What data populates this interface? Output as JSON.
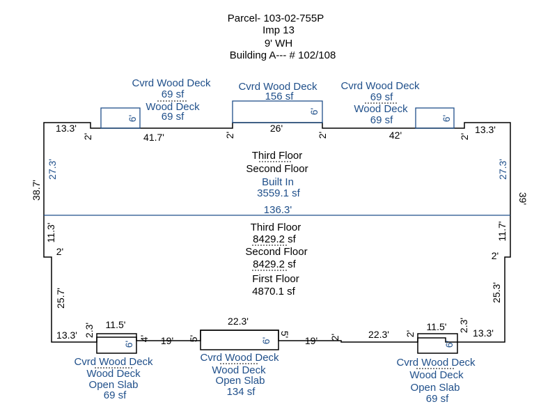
{
  "header": {
    "parcel": "Parcel- 103-02-755P",
    "imp": "Imp 13",
    "wall_height": "9' WH",
    "building": "Building A--- # 102/108"
  },
  "upper_section": {
    "floors": [
      "Third Floor",
      "Second Floor",
      "Built In"
    ],
    "area": "3559.1 sf",
    "divider_length": "136.3'"
  },
  "lower_section": {
    "floors": [
      "Third Floor",
      "8429.2 sf",
      "Second Floor",
      "8429.2 sf",
      "First Floor",
      "4870.1 sf"
    ]
  },
  "top_decks": {
    "left": {
      "lines": [
        "Cvrd Wood Deck",
        "69 sf",
        "Wood Deck",
        "69 sf"
      ],
      "depth": "6'"
    },
    "center": {
      "lines": [
        "Cvrd Wood Deck",
        "156 sf"
      ],
      "depth": "6'"
    },
    "right": {
      "lines": [
        "Cvrd Wood Deck",
        "69 sf",
        "Wood Deck",
        "69 sf"
      ],
      "depth": "6'"
    }
  },
  "bottom_decks": {
    "left": {
      "lines": [
        "Cvrd Wood Deck",
        "Wood Deck",
        "Open Slab",
        "69 sf"
      ],
      "depth": "6'",
      "width": "11.5'"
    },
    "center": {
      "lines": [
        "Cvrd Wood Deck",
        "Wood Deck",
        "Open Slab",
        "134 sf"
      ],
      "depth": "6'",
      "width": "22.3'"
    },
    "right": {
      "lines": [
        "Cvrd Wood Deck",
        "Wood Deck",
        "Open Slab",
        "69 sf"
      ],
      "depth": "6'",
      "width": "11.5'"
    }
  },
  "dimensions": {
    "top_left_end": "13.3'",
    "top_left_run": "41.7'",
    "top_center": "26'",
    "top_right_run": "42'",
    "top_right_end": "13.3'",
    "top_jog_a": "2'",
    "top_jog_b": "2'",
    "top_jog_c": "2'",
    "top_jog_d": "2'",
    "left_upper": "27.3'",
    "right_upper": "27.3'",
    "left_total": "38.7'",
    "right_total": "39'",
    "left_lower_a": "11.3'",
    "right_lower_a": "11.7'",
    "left_jog": "2'",
    "right_jog": "2'",
    "left_lower_b": "25.7'",
    "right_lower_b": "25.3'",
    "bottom_left_end": "13.3'",
    "bottom_left_jog": "2.3'",
    "bottom_left_deck_jog": "4'",
    "bottom_left_run": "19'",
    "bottom_center_left_jog": "5'",
    "bottom_center_right_jog": "5'",
    "bottom_right_run": "19'",
    "bottom_right_jog_a": "2'",
    "bottom_right_span": "22.3'",
    "bottom_right_deck_jog": "2'",
    "bottom_right_jog_b": "2.3'",
    "bottom_right_end": "13.3'"
  }
}
